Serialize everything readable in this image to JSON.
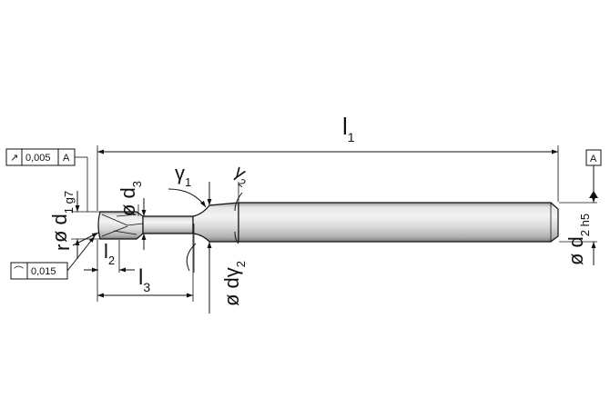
{
  "dimensions": {
    "l1": {
      "main": "l",
      "sub": "1"
    },
    "l2": {
      "main": "l",
      "sub": "2"
    },
    "l3": {
      "main": "l",
      "sub": "3"
    },
    "d1": {
      "main": "ø d",
      "sub": "1 g7"
    },
    "d2": {
      "main": "ø d",
      "sub": "2 h5"
    },
    "d3": {
      "main": "ø d",
      "sub": "3"
    },
    "dy2": {
      "main": "ø dγ",
      "sub": "2"
    },
    "r": {
      "main": "r"
    },
    "gamma1": {
      "main": "γ",
      "sub": "1"
    },
    "gamma2": {
      "main": "γ",
      "sub": "2"
    }
  },
  "tolerances": {
    "runout": {
      "symbol": "↗",
      "value": "0,005",
      "datum": "A"
    },
    "profile": {
      "symbol": "⌒",
      "value": "0,015"
    }
  },
  "datum": {
    "label": "A"
  },
  "colors": {
    "body_light": "#efefef",
    "body_mid": "#c9c9c9",
    "body_dark": "#8a8a8a",
    "line": "#111111"
  }
}
